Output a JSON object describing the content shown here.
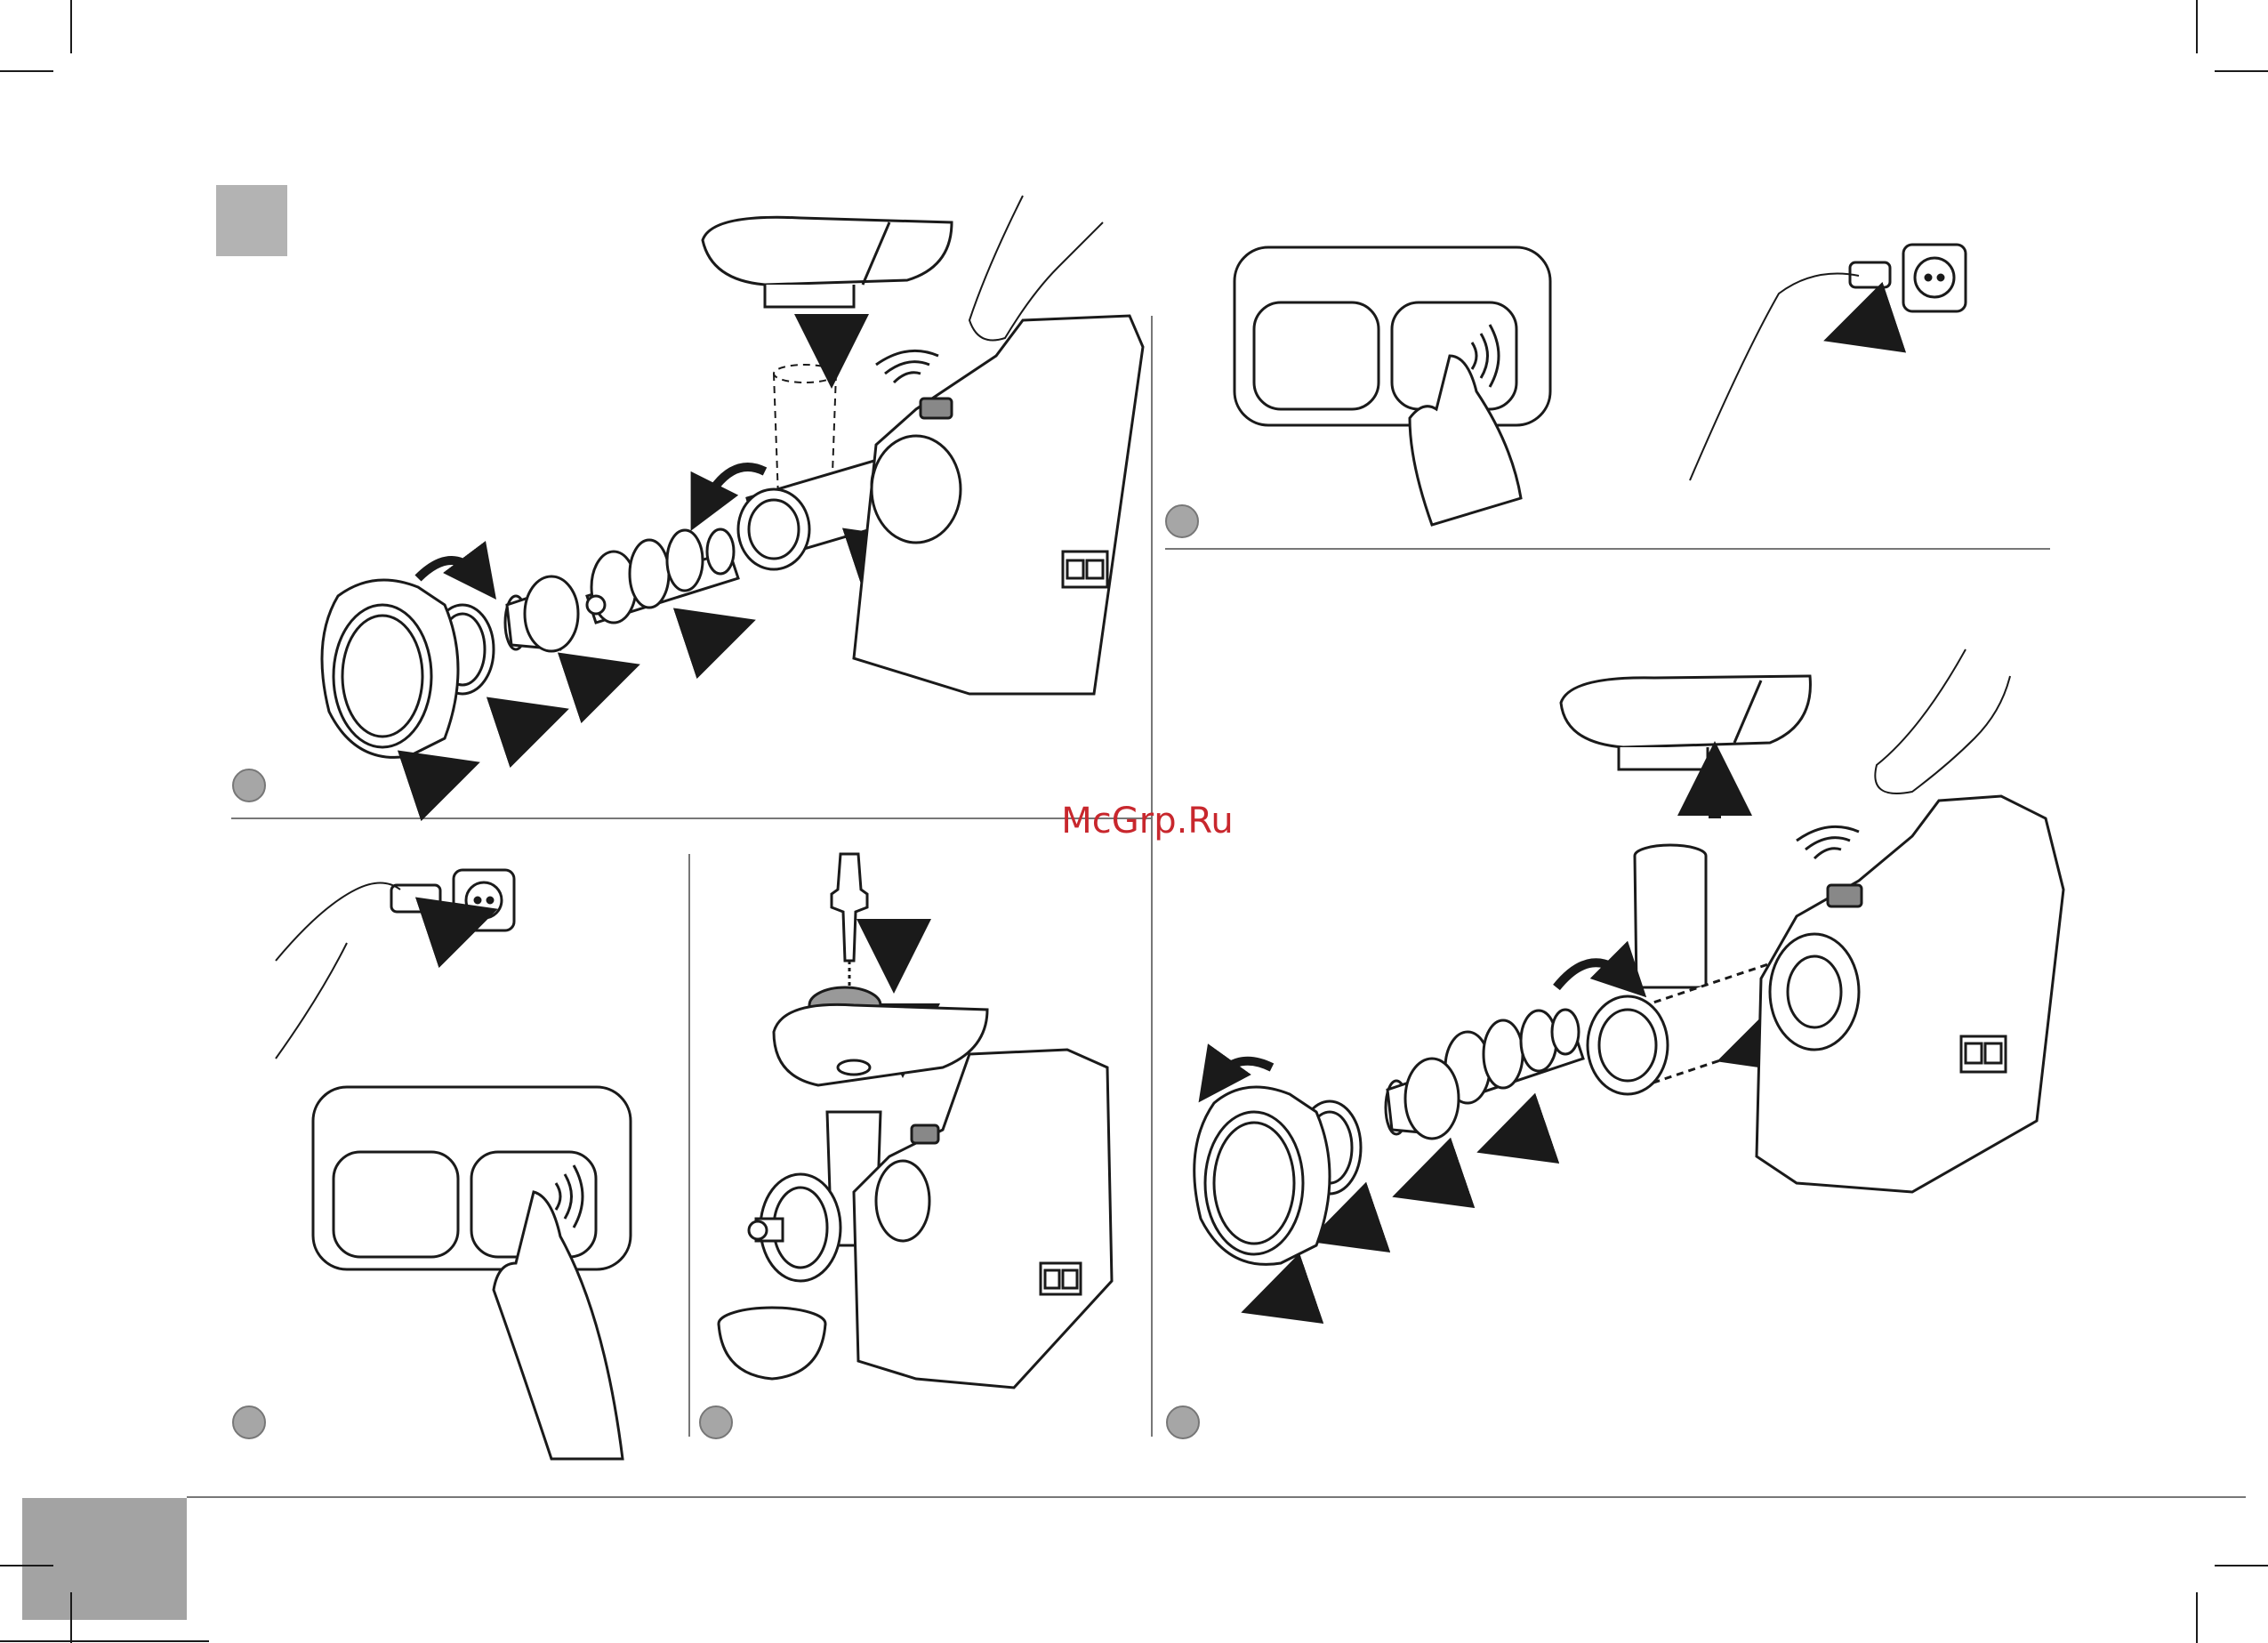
{
  "page": {
    "watermark": "McGrp.Ru"
  },
  "panels": [
    {
      "id": "assemble",
      "icons": [
        "feed-tray-icon",
        "feed-tube-icon",
        "lock-ring-icon",
        "cutting-disc-icon",
        "blade-icon",
        "auger-icon",
        "motor-housing-icon",
        "on-button-icon",
        "insert-arrow-icon",
        "rotate-arrow-icon"
      ]
    },
    {
      "id": "touch-panel-top",
      "icons": [
        "touch-panel-icon",
        "finger-press-icon",
        "sound-wave-icon"
      ]
    },
    {
      "id": "unplug",
      "icons": [
        "hand-icon",
        "power-plug-icon",
        "wall-socket-icon",
        "pull-arrow-icon"
      ]
    },
    {
      "id": "plug-in",
      "icons": [
        "hand-icon",
        "power-plug-icon",
        "wall-socket-icon",
        "push-arrow-icon"
      ]
    },
    {
      "id": "touch-panel-bottom",
      "icons": [
        "touch-panel-icon",
        "finger-press-icon",
        "sound-wave-icon"
      ]
    },
    {
      "id": "mincing",
      "icons": [
        "pusher-icon",
        "meat-icon",
        "bowl-icon",
        "assembled-grinder-icon"
      ]
    },
    {
      "id": "disassemble",
      "icons": [
        "feed-tray-icon",
        "remove-arrow-icon",
        "lock-ring-icon",
        "cutting-disc-icon",
        "blade-icon",
        "auger-icon",
        "motor-housing-icon"
      ]
    }
  ],
  "colors": {
    "line": "#1a1a1a",
    "panel_fill": "#ffffff",
    "badge": "#a6a6a6",
    "tab_gray": "#b3b3b3",
    "watermark": "#c8272d"
  }
}
